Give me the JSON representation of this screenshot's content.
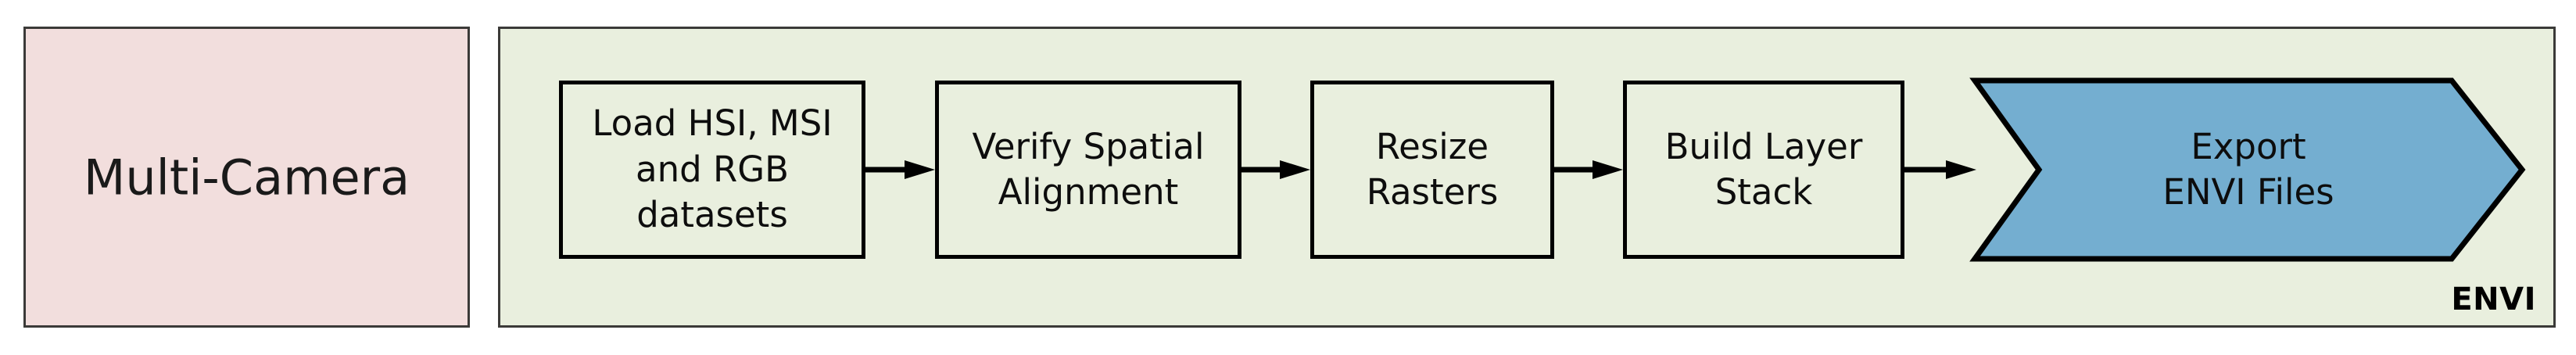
{
  "diagram": {
    "type": "flowchart",
    "orientation": "left-to-right",
    "groups": [
      {
        "id": "multi-camera",
        "title": "Multi-Camera",
        "fill": "#F2DEDD",
        "border": "#3B3A38",
        "tag": ""
      },
      {
        "id": "envi",
        "title": "",
        "fill": "#E9EFDE",
        "border": "#3B3A38",
        "tag": "ENVI"
      }
    ],
    "steps": [
      {
        "id": "load-datasets",
        "label": "Load HSI, MSI\nand RGB\ndatasets",
        "shape": "rectangle",
        "fill": "#E9EFDE",
        "border": "#000000"
      },
      {
        "id": "verify-alignment",
        "label": "Verify Spatial\nAlignment",
        "shape": "rectangle",
        "fill": "#E9EFDE",
        "border": "#000000"
      },
      {
        "id": "resize-rasters",
        "label": "Resize\nRasters",
        "shape": "rectangle",
        "fill": "#E9EFDE",
        "border": "#000000"
      },
      {
        "id": "build-layer-stack",
        "label": "Build Layer\nStack",
        "shape": "rectangle",
        "fill": "#E9EFDE",
        "border": "#000000"
      },
      {
        "id": "export-envi",
        "label": "Export\nENVI Files",
        "shape": "chevron",
        "fill": "#74AED0",
        "border": "#000000"
      }
    ],
    "connectors": [
      {
        "id": "arrow-1",
        "from": "load-datasets",
        "to": "verify-alignment",
        "style": "solid-arrow"
      },
      {
        "id": "arrow-2",
        "from": "verify-alignment",
        "to": "resize-rasters",
        "style": "solid-arrow"
      },
      {
        "id": "arrow-3",
        "from": "resize-rasters",
        "to": "build-layer-stack",
        "style": "solid-arrow"
      },
      {
        "id": "arrow-4",
        "from": "build-layer-stack",
        "to": "export-envi",
        "style": "solid-arrow"
      }
    ],
    "colors": {
      "pink_fill": "#F2DEDD",
      "green_fill": "#E9EFDE",
      "blue_fill": "#74AED0",
      "outline_dark": "#3B3A38",
      "outline_black": "#000000",
      "text": "#0D0D0D",
      "background": "#FFFFFF"
    }
  }
}
